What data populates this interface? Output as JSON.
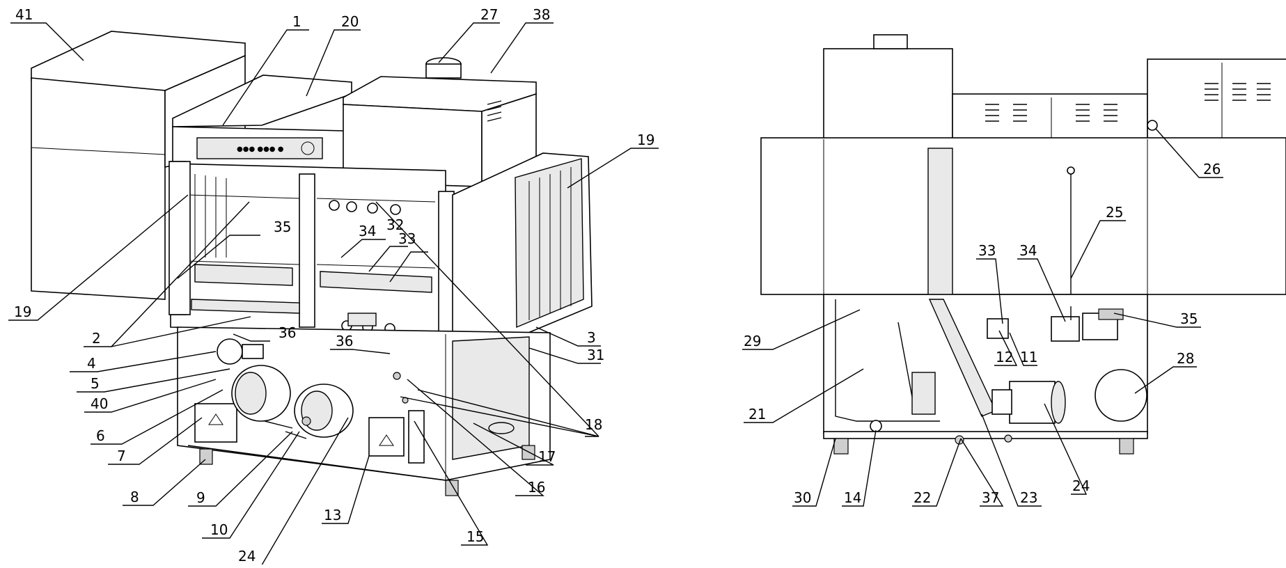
{
  "left_view": {
    "callouts": [
      "41",
      "1",
      "20",
      "27",
      "38",
      "19",
      "35",
      "34",
      "32",
      "33",
      "19",
      "2",
      "36",
      "36",
      "3",
      "31",
      "4",
      "5",
      "40",
      "6",
      "7",
      "8",
      "9",
      "10",
      "24",
      "13",
      "15",
      "16",
      "17",
      "18"
    ]
  },
  "right_view": {
    "callouts": [
      "26",
      "25",
      "33",
      "34",
      "35",
      "29",
      "12",
      "11",
      "28",
      "21",
      "30",
      "14",
      "22",
      "37",
      "23",
      "24"
    ]
  }
}
